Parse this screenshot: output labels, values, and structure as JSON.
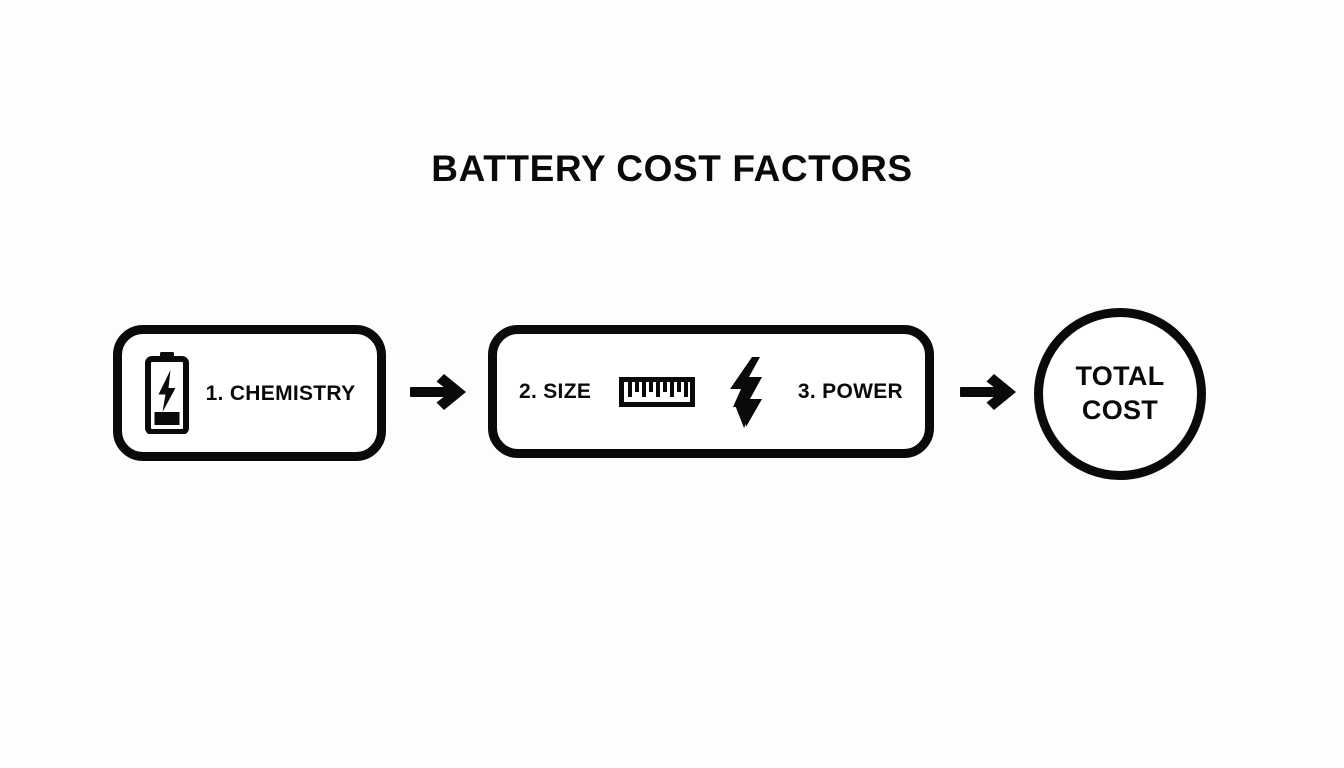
{
  "meta": {
    "background_color": "#fdfdfd",
    "ink_color": "#0a0a0a",
    "box_fill": "#ffffff"
  },
  "title": "BATTERY COST FACTORS",
  "flow": {
    "stages": [
      {
        "id": "chemistry",
        "label": "1. CHEMISTRY",
        "icon": "battery-charging-icon"
      },
      {
        "id": "size",
        "label": "2. SIZE",
        "icon": "ruler-icon"
      },
      {
        "id": "power",
        "label": "3. POWER",
        "icon": "lightning-bolt-icon"
      }
    ],
    "connectors": [
      {
        "id": "arrow-1",
        "icon": "arrow-right-icon"
      },
      {
        "id": "arrow-2",
        "icon": "arrow-right-icon"
      }
    ],
    "result": {
      "id": "total-cost",
      "line1": "TOTAL",
      "line2": "COST",
      "shape": "circle"
    }
  }
}
